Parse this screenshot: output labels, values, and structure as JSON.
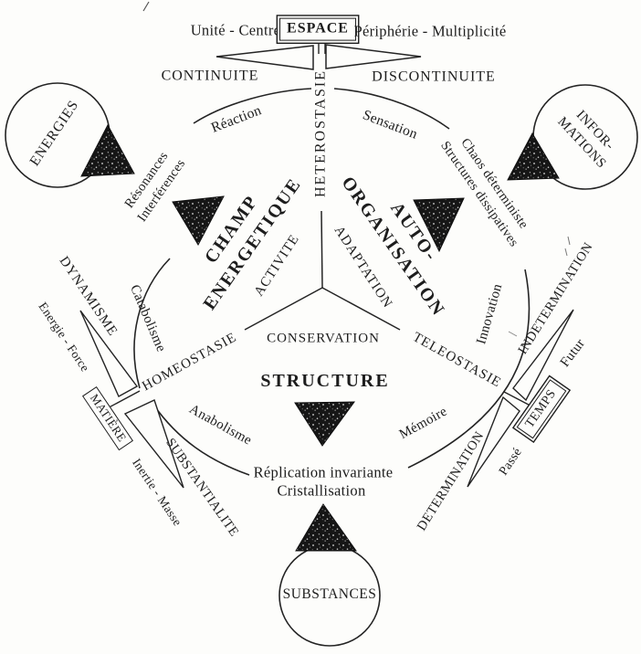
{
  "colors": {
    "ink": "#1d1d1d",
    "paper": "#fdfdfb",
    "triangle_fill": "#161616"
  },
  "labels": {
    "unite_centre": "Unité - Centre",
    "espace": "ESPACE",
    "peripherie_multiplicite": "Périphérie - Multiplicité",
    "continuite": "CONTINUITE",
    "discontinuite": "DISCONTINUITE",
    "heterostasie": "HETEROSTASIE",
    "reaction": "Réaction",
    "sensation": "Sensation",
    "resonances": [
      "Résonances",
      "Interférences"
    ],
    "chaos": [
      "Chaos déterministe",
      "Structures dissipatives"
    ],
    "champ_energetique": [
      "CHAMP",
      "ENERGETIQUE"
    ],
    "auto_organisation": [
      "AUTO-",
      "ORGANISATION"
    ],
    "activite": "ACTIVITE",
    "adaptation": "ADAPTATION",
    "catabolisme": "Catabolisme",
    "innovation": "Innovation",
    "conservation": "CONSERVATION",
    "homeostasie": "HOMEOSTASIE",
    "teleostasie": "TELEOSTASIE",
    "structure": "STRUCTURE",
    "anabolisme": "Anabolisme",
    "memoire": "Mémoire",
    "dynamisme": "DYNAMISME",
    "energie_force": "Energie - Force",
    "matiere": "MATIÈRE",
    "inertie_masse": "Inertie - Masse",
    "substantialite": "SUBSTANTIALITE",
    "indetermination": "INDETERMINATION",
    "futur": "Futur",
    "temps": "TEMPS",
    "passe": "Passé",
    "determination": "DETERMINATION",
    "replication_invariante": "Réplication invariante",
    "cristallisation": "Cristallisation",
    "energies": "ENERGIES",
    "informations": [
      "INFOR-",
      "MATIONS"
    ],
    "substances": "SUBSTANCES"
  }
}
